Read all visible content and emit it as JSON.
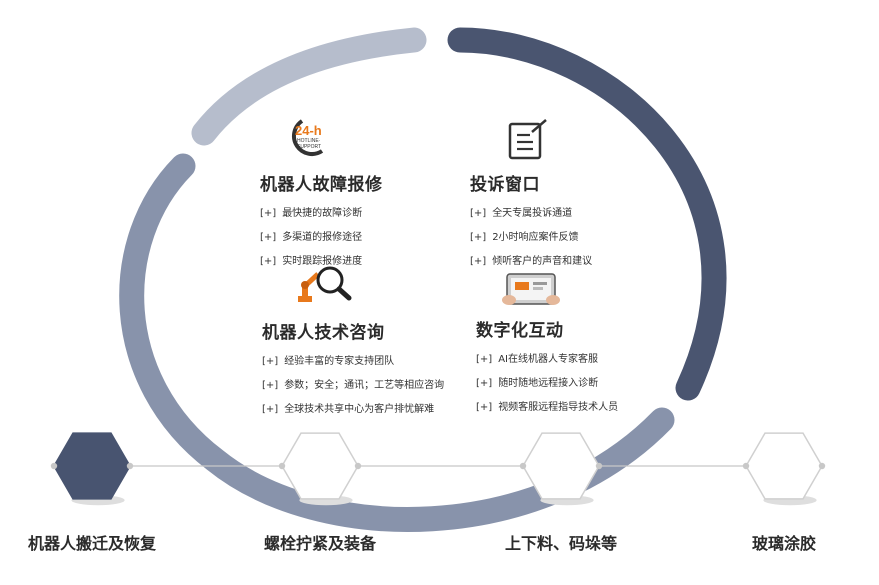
{
  "sections": [
    {
      "title": "机器人故障报修",
      "icon": "24h-hotline-support-icon",
      "icon_text": {
        "main": "24-h",
        "sub1": "HOTLINE·",
        "sub2": "SUPPORT"
      },
      "items": [
        "最快捷的故障诊断",
        "多渠道的报修途径",
        "实时跟踪报修进度"
      ]
    },
    {
      "title": "投诉窗口",
      "icon": "document-edit-icon",
      "items": [
        "全天专属投诉通道",
        "2小时响应案件反馈",
        "倾听客户的声音和建议"
      ]
    },
    {
      "title": "机器人技术咨询",
      "icon": "robot-arm-magnifier-icon",
      "items": [
        "经验丰富的专家支持团队",
        "参数；安全；通讯；工艺等相应咨询",
        "全球技术共享中心为客户排忧解难"
      ]
    },
    {
      "title": "数字化互动",
      "icon": "tablet-hands-icon",
      "items": [
        "AI在线机器人专家客服",
        "随时随地远程接入诊断",
        "视频客服远程指导技术人员"
      ]
    }
  ],
  "item_marker": "[+]",
  "steps": [
    {
      "label": "机器人搬迁及恢复",
      "active": true
    },
    {
      "label": "螺栓拧紧及装备",
      "active": false
    },
    {
      "label": "上下料、码垛等",
      "active": false
    },
    {
      "label": "玻璃涂胶",
      "active": false
    }
  ],
  "colors": {
    "arc_dark": "#4a5570",
    "arc_mid": "#8893ab",
    "arc_light": "#b6bdcc",
    "hex_active": "#485470",
    "hex_inactive_fill": "#ffffff",
    "hex_inactive_stroke": "#d0d0d0",
    "connector": "#c8c8c8",
    "accent_orange": "#e8791c"
  }
}
